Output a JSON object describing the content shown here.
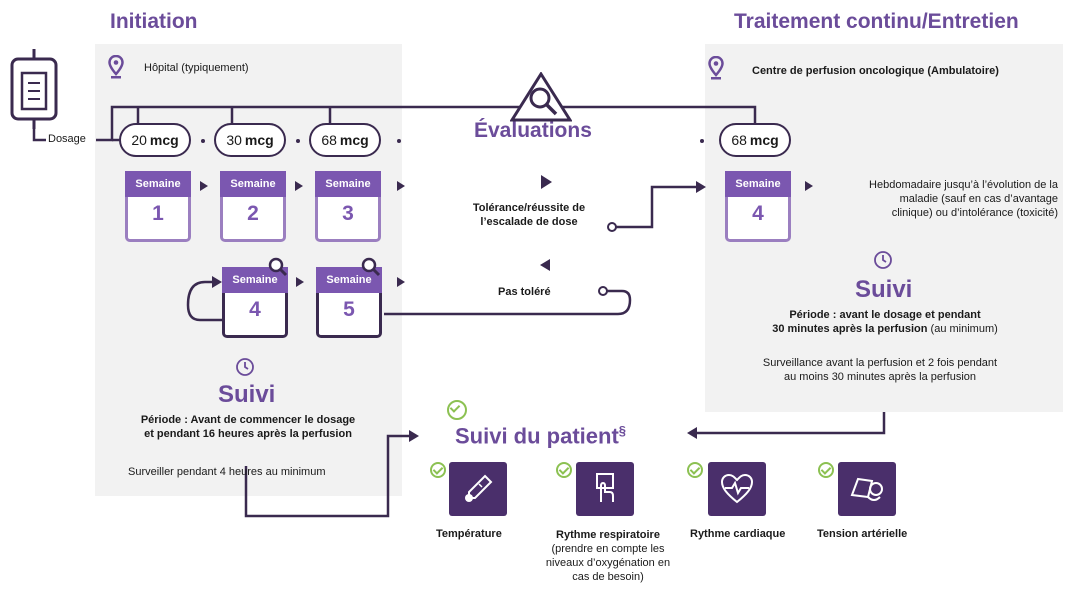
{
  "initiation": {
    "title": "Initiation",
    "location": "Hôpital (typiquement)",
    "dosage_label": "Dosage",
    "doses": [
      {
        "value": "20",
        "unit": "mcg"
      },
      {
        "value": "30",
        "unit": "mcg"
      },
      {
        "value": "68",
        "unit": "mcg"
      }
    ],
    "weeks": [
      {
        "label": "Semaine",
        "number": "1"
      },
      {
        "label": "Semaine",
        "number": "2"
      },
      {
        "label": "Semaine",
        "number": "3"
      },
      {
        "label": "Semaine",
        "number": "4"
      },
      {
        "label": "Semaine",
        "number": "5"
      }
    ],
    "suivi": {
      "title": "Suivi",
      "period_line1": "Période : Avant de commencer le dosage",
      "period_line2": "et pendant 16 heures après la perfusion",
      "note": "Surveiller pendant 4 heures au minimum"
    }
  },
  "evaluations": {
    "title": "Évaluations",
    "tolerated_line1": "Tolérance/réussite de",
    "tolerated_line2": "l’escalade de dose",
    "not_tolerated": "Pas toléré"
  },
  "maintenance": {
    "title": "Traitement continu/Entretien",
    "location": "Centre de perfusion oncologique (Ambulatoire)",
    "dose": {
      "value": "68",
      "unit": "mcg"
    },
    "week": {
      "label": "Semaine",
      "number": "4"
    },
    "frequency_line1": "Hebdomadaire jusqu’à l’évolution de la",
    "frequency_line2": "maladie (sauf en cas d’avantage",
    "frequency_line3": "clinique) ou d’intolérance (toxicité)",
    "suivi": {
      "title": "Suivi",
      "period_line1": "Période : avant le dosage et pendant",
      "period_line2_bold": "30 minutes après la perfusion",
      "period_line2_rest": " (au minimum)",
      "note_line1": "Surveillance avant la perfusion et 2 fois pendant",
      "note_line2": "au moins 30 minutes après la perfusion"
    }
  },
  "patient_monitoring": {
    "title": "Suivi du patient",
    "superscript": "§",
    "items": [
      {
        "label": "Température",
        "icon": "thermometer-icon"
      },
      {
        "label": "Rythme respiratoire",
        "note_line1": "(prendre en compte les",
        "note_line2": "niveaux d’oxygénation en",
        "note_line3": "cas de besoin)",
        "icon": "respiration-icon"
      },
      {
        "label": "Rythme cardiaque",
        "icon": "heart-icon"
      },
      {
        "label": "Tension artérielle",
        "icon": "blood-pressure-icon"
      }
    ]
  },
  "colors": {
    "purple": "#6b4c9a",
    "dark_purple": "#3a2a4f",
    "week_header": "#7b57b0",
    "check_green": "#8cc152",
    "panel_gray": "#f2f2f2"
  }
}
